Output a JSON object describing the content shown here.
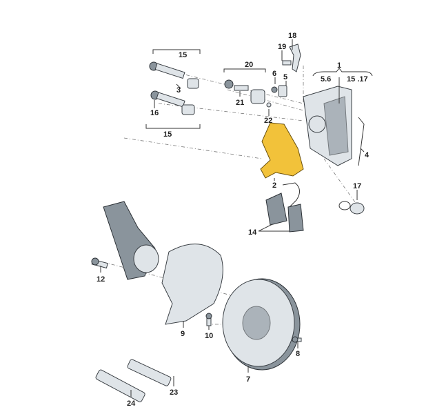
{
  "diagram": {
    "labels": {
      "l1": "1",
      "l2": "2",
      "l3": "3",
      "l4": "4",
      "l5": "5",
      "l6": "6",
      "l7": "7",
      "l8": "8",
      "l9": "9",
      "l10": "10",
      "l12": "12",
      "l14": "14",
      "l15a": "15",
      "l15b": "15",
      "l16": "16",
      "l17": "17",
      "l18": "18",
      "l19": "19",
      "l20": "20",
      "l21": "21",
      "l22": "22",
      "l23": "23",
      "l24": "24",
      "l1sub_a": "5.6",
      "l1sub_b": "15 .17"
    },
    "colors": {
      "highlight": "#f2c23a",
      "part": "#dfe4e8"
    }
  }
}
